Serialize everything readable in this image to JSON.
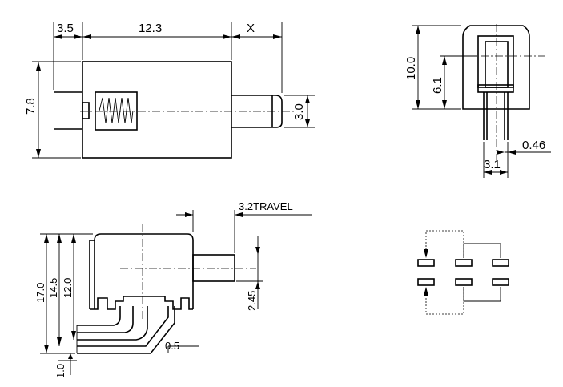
{
  "front_view": {
    "dim_lever_offset": "3.5",
    "dim_body_length": "12.3",
    "dim_travel_x": "X",
    "dim_body_height": "7.8",
    "dim_button_dia": "3.0"
  },
  "end_view": {
    "dim_total_height": "10.0",
    "dim_inner_height": "6.1",
    "dim_pin_thickness": "0.46",
    "dim_pin_pitch": "3.1"
  },
  "side_view": {
    "dim_travel": "3.2TRAVEL",
    "dim_height_17": "17.0",
    "dim_height_14": "14.5",
    "dim_height_12": "12.0",
    "dim_button_offset": "2.45",
    "dim_pin_gap": "0.5",
    "dim_pin_width": "1.0"
  }
}
